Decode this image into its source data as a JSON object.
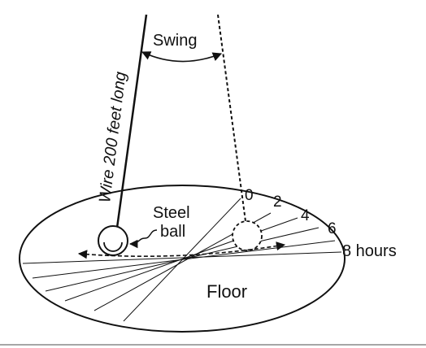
{
  "labels": {
    "swing": "Swing",
    "wire": "Wire 200 feet long",
    "steel_line1": "Steel",
    "steel_line2": "ball",
    "floor": "Floor",
    "hours": [
      "0",
      "2",
      "4",
      "6",
      "8 hours"
    ]
  },
  "colors": {
    "ink": "#111111",
    "background": "#ffffff",
    "bottom_rule": "#888888"
  }
}
